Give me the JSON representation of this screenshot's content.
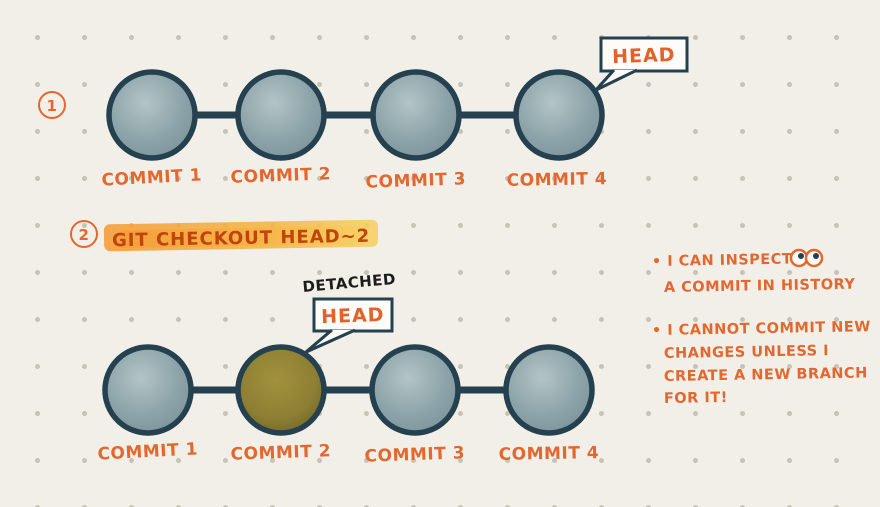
{
  "colors": {
    "background": "#f1efe8",
    "dot_grid": "#c7c4b6",
    "node_stroke": "#25404e",
    "node_fill": "#87a0a5",
    "node_fill_detached": "#8d7f33",
    "accent_orange": "#e2682f",
    "command_highlight": "#f6a23c",
    "bubble_fill": "#fdfcf8"
  },
  "step1": {
    "badge": "1",
    "head_bubble": "HEAD",
    "commits": [
      "COMMIT 1",
      "COMMIT 2",
      "COMMIT 3",
      "COMMIT 4"
    ]
  },
  "step2": {
    "badge": "2",
    "command": "GIT CHECKOUT HEAD~2",
    "detached_label": "DETACHED",
    "head_bubble": "HEAD",
    "detached_commit_index": 1,
    "commits": [
      "COMMIT 1",
      "COMMIT 2",
      "COMMIT 3",
      "COMMIT 4"
    ]
  },
  "notes": {
    "line1": "• I CAN INSPECT",
    "line2": "A COMMIT IN HISTORY",
    "line3": "• I CANNOT COMMIT NEW",
    "line4": "CHANGES UNLESS I",
    "line5": "CREATE A NEW BRANCH",
    "line6": "FOR IT!"
  }
}
